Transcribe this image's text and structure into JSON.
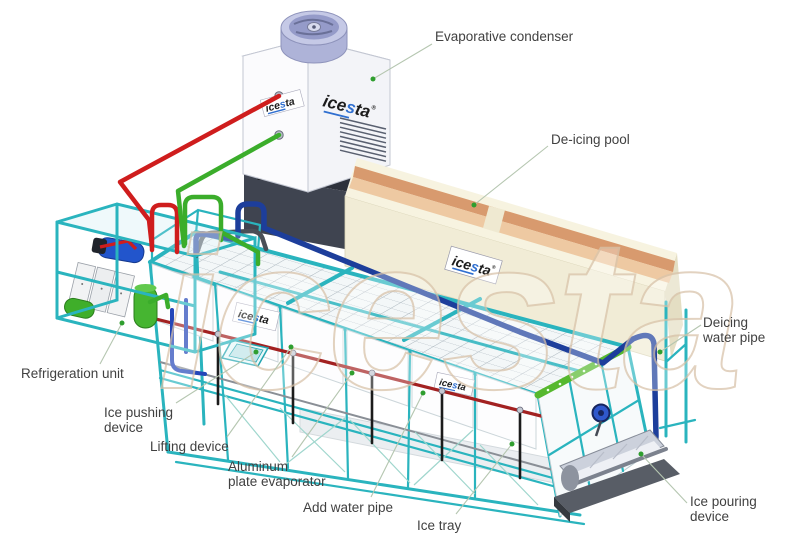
{
  "watermark": "icesta",
  "brand": {
    "pre": "ice",
    "mid": "s",
    "post": "ta",
    "registered": "®"
  },
  "labels": [
    {
      "id": "evaporative-condenser",
      "text": "Evaporative condenser"
    },
    {
      "id": "de-icing-pool",
      "text": "De-icing pool"
    },
    {
      "id": "deicing-water-pipe",
      "text": "Deicing\nwater pipe"
    },
    {
      "id": "ice-pouring-device",
      "text": "Ice pouring\ndevice"
    },
    {
      "id": "ice-tray",
      "text": "Ice tray"
    },
    {
      "id": "add-water-pipe",
      "text": "Add water pipe"
    },
    {
      "id": "aluminum-plate-evaporator",
      "text": "Aluminum\nplate evaporator"
    },
    {
      "id": "ice-pushing-device",
      "text": "Ice pushing\ndevice"
    },
    {
      "id": "lifting-device",
      "text": "Lifting device"
    },
    {
      "id": "refrigeration-unit",
      "text": "Refrigeration unit"
    }
  ],
  "colors": {
    "teal": "#2ab4be",
    "tealDark": "#12818d",
    "pipeRed": "#cf1d1d",
    "pipeGreen": "#3bad2b",
    "pipeBlue": "#1d3e9b",
    "poolTan": "#e2a87c",
    "poolCream": "#f3eeda",
    "labelText": "#414141",
    "leader": "#b5c6b0",
    "dotGreen": "#2f9e2f",
    "watermark": "#d9c4ab",
    "brandBlue": "#2f6fd0",
    "fanLav": "#c5c9e6"
  }
}
